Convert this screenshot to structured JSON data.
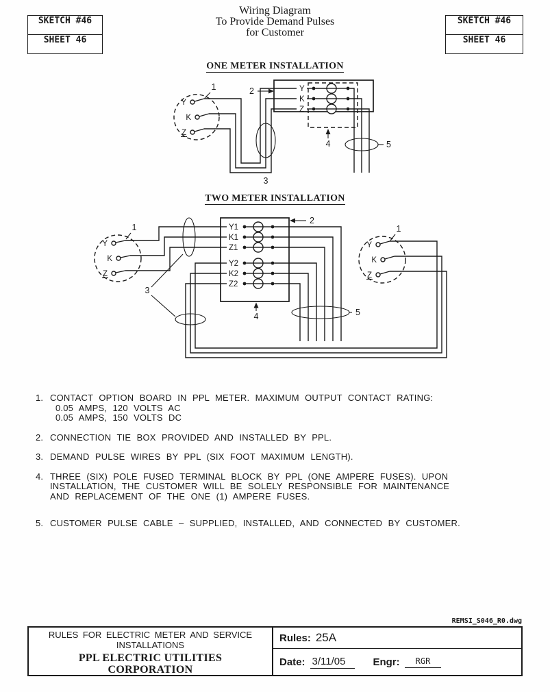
{
  "header": {
    "left_box": {
      "sketch": "SKETCH #46",
      "sheet": "SHEET 46"
    },
    "right_box": {
      "sketch": "SKETCH #46",
      "sheet": "SHEET 46"
    },
    "title_line1": "Wiring Diagram",
    "title_line2": "To Provide Demand Pulses",
    "title_line3": "for Customer"
  },
  "diagram_one": {
    "title": "ONE METER INSTALLATION",
    "meter_terminals": [
      "Y",
      "K",
      "Z"
    ],
    "block_rows": [
      "Y",
      "K",
      "Z"
    ],
    "callouts": {
      "meter": "1",
      "tie_box": "2",
      "demand_wires": "3",
      "fuse_block": "4",
      "customer_cable": "5"
    }
  },
  "diagram_two": {
    "title": "TWO METER INSTALLATION",
    "left_meter_terminals": [
      "Y",
      "K",
      "Z"
    ],
    "right_meter_terminals": [
      "Y",
      "K",
      "Z"
    ],
    "block_rows": [
      "Y1",
      "K1",
      "Z1",
      "Y2",
      "K2",
      "Z2"
    ],
    "callouts": {
      "left_meter": "1",
      "right_meter": "1",
      "tie_box": "2",
      "demand_wires": "3",
      "fuse_block": "4",
      "customer_cable": "5"
    }
  },
  "notes": [
    {
      "num": "1.",
      "lines": [
        "CONTACT OPTION BOARD IN PPL METER. MAXIMUM OUTPUT CONTACT RATING:",
        "0.05 AMPS, 120 VOLTS AC",
        "0.05 AMPS, 150 VOLTS DC"
      ]
    },
    {
      "num": "2.",
      "lines": [
        "CONNECTION TIE BOX PROVIDED AND INSTALLED BY PPL."
      ]
    },
    {
      "num": "3.",
      "lines": [
        "DEMAND PULSE WIRES BY PPL (SIX FOOT MAXIMUM LENGTH)."
      ]
    },
    {
      "num": "4.",
      "lines": [
        "THREE (SIX) POLE FUSED TERMINAL BLOCK BY PPL (ONE AMPERE FUSES). UPON",
        "INSTALLATION, THE CUSTOMER WILL BE SOLELY RESPONSIBLE FOR MAINTENANCE",
        "AND REPLACEMENT OF THE ONE (1) AMPERE FUSES."
      ]
    },
    {
      "num": "5.",
      "lines": [
        "CUSTOMER PULSE CABLE – SUPPLIED, INSTALLED, AND CONNECTED BY CUSTOMER."
      ]
    }
  ],
  "footer": {
    "dwg_ref": "REMSI_S046_R0.dwg",
    "org_line1": "RULES FOR ELECTRIC METER AND SERVICE",
    "org_line2": "INSTALLATIONS",
    "company_line1": "PPL ELECTRIC UTILITIES",
    "company_line2": "CORPORATION",
    "rules_label": "Rules:",
    "rules_value": "25A",
    "date_label": "Date:",
    "date_value": "3/11/05",
    "engr_label": "Engr:",
    "engr_value": "RGR"
  }
}
